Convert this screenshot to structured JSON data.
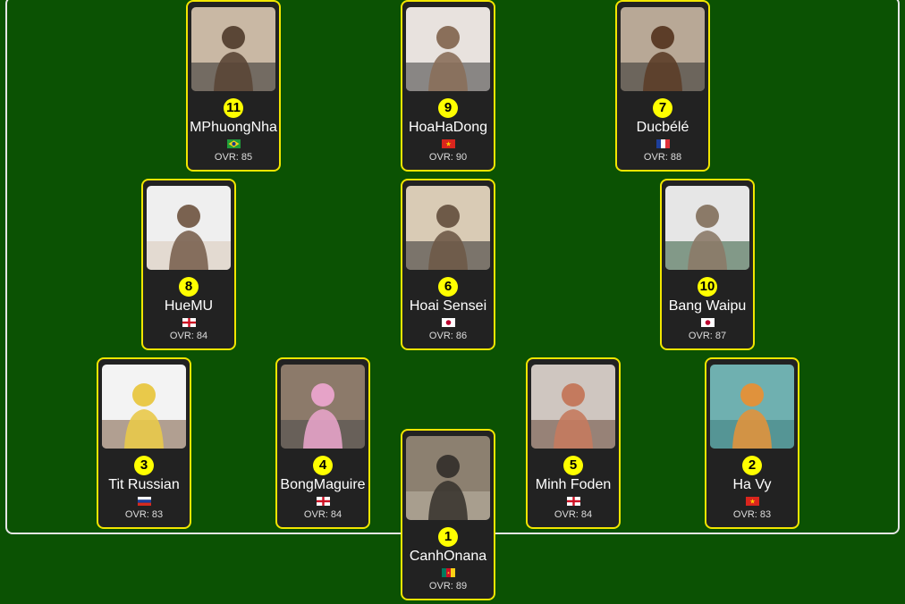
{
  "colors": {
    "pitch": "#0b5203",
    "card_bg": "#222222",
    "card_border": "#f2e600",
    "number_badge": "#ffff00"
  },
  "ovr_label": "OVR:",
  "players": [
    {
      "number": "11",
      "name": "MPhuongNha",
      "flag": "brazil-flag",
      "ovr": "85"
    },
    {
      "number": "9",
      "name": "HoaHaDong",
      "flag": "vietnam-flag",
      "ovr": "90"
    },
    {
      "number": "7",
      "name": "Ducbélé",
      "flag": "france-flag",
      "ovr": "88"
    },
    {
      "number": "8",
      "name": "HueMU",
      "flag": "england-flag",
      "ovr": "84"
    },
    {
      "number": "6",
      "name": "Hoai Sensei",
      "flag": "japan-flag",
      "ovr": "86"
    },
    {
      "number": "10",
      "name": "Bang Waipu",
      "flag": "japan-flag",
      "ovr": "87"
    },
    {
      "number": "3",
      "name": "Tit Russian",
      "flag": "russia-flag",
      "ovr": "83"
    },
    {
      "number": "4",
      "name": "BongMaguire",
      "flag": "england-flag",
      "ovr": "84"
    },
    {
      "number": "5",
      "name": "Minh Foden",
      "flag": "england-flag",
      "ovr": "84"
    },
    {
      "number": "2",
      "name": "Ha Vy",
      "flag": "vietnam-flag",
      "ovr": "83"
    },
    {
      "number": "1",
      "name": "CanhOnana",
      "flag": "cameroon-flag",
      "ovr": "89"
    }
  ]
}
